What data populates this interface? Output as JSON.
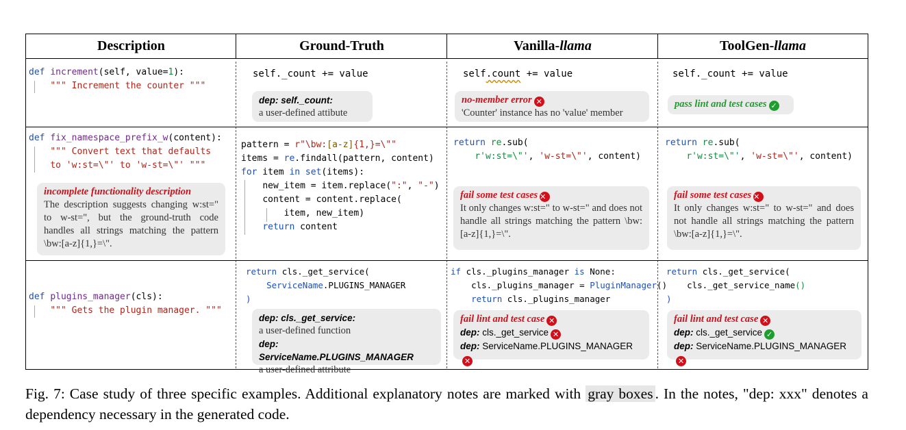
{
  "headers": {
    "description": "Description",
    "ground_truth": "Ground-Truth",
    "vanilla_prefix": "Vanilla-",
    "vanilla_italic": "llama",
    "toolgen_prefix": "ToolGen-",
    "toolgen_italic": "llama"
  },
  "row1": {
    "desc_def": "def ",
    "desc_fn": "increment",
    "desc_args_a": "(self, value=",
    "desc_args_num": "1",
    "desc_args_b": "):",
    "desc_doc": "\"\"\" Increment the counter \"\"\"",
    "gt_code": "self._count += value",
    "gt_note_title": "dep: self._count:",
    "gt_note_text": "a user-defined attibute",
    "van_code_a": "self",
    "van_code_b": ".count",
    "van_code_c": " += value",
    "van_note_title": "no-member error",
    "van_note_text": "'Counter' instance has no 'value' member",
    "tg_code": "self._count += value",
    "tg_note_title": "pass lint and test cases"
  },
  "row2": {
    "desc_def": "def ",
    "desc_fn": "fix_namespace_prefix_w",
    "desc_args": "(content):",
    "desc_doc1": "\"\"\" Convert text that defaults",
    "desc_doc2": "to 'w:st=\\\"' to 'w-st=\\\"' \"\"\"",
    "desc_note_title": "incomplete functionality description",
    "desc_note_text": "The description suggests changing w:st=\" to w-st=\", but the ground-truth code handles all strings matching the pattern \\bw:[a-z]{1,}=\\\".",
    "gt_l1a": "pattern = ",
    "gt_l1b": "r\"\\bw:",
    "gt_l1c": "[a-z]",
    "gt_l1d": "{1,}",
    "gt_l1e": "=\\\"\"",
    "gt_l2a": "items = ",
    "gt_l2b": "re",
    "gt_l2c": ".findall(pattern, content)",
    "gt_l3a": "for",
    "gt_l3b": " item ",
    "gt_l3c": "in",
    "gt_l3d": " set",
    "gt_l3e": "(items):",
    "gt_l4a": "new_item = item.replace(",
    "gt_l4b": "\":\"",
    "gt_l4c": ", ",
    "gt_l4d": "\"-\"",
    "gt_l4e": ")",
    "gt_l5": "content = content.replace(",
    "gt_l6": "item, new_item)",
    "gt_l7a": "return",
    "gt_l7b": " content",
    "van_l1a": "return ",
    "van_l1b": "re",
    "van_l1c": ".sub(",
    "van_l2a": "r'w:st=\\\"'",
    "van_l2b": ", ",
    "van_l2c": "'w-st=\\\"'",
    "van_l2d": ", content)",
    "van_note_title": "fail some test cases",
    "van_note_text": "It only changes w:st=\" to w-st=\" and does not handle all strings matching the pattern \\bw:[a-z]{1,}=\\\".",
    "tg_l1a": "return ",
    "tg_l1b": "re",
    "tg_l1c": ".sub(",
    "tg_l2a": "r'w:st=\\\"'",
    "tg_l2b": ", ",
    "tg_l2c": "'w-st=\\\"'",
    "tg_l2d": ", content)",
    "tg_note_title": "fail some test cases",
    "tg_note_text": "It only changes w:st=\" to w-st=\" and does not handle all strings matching the pattern \\bw:[a-z]{1,}=\\\"."
  },
  "row3": {
    "desc_def": "def ",
    "desc_fn": "plugins_manager",
    "desc_args": "(cls):",
    "desc_doc": "\"\"\" Gets the plugin manager. \"\"\"",
    "gt_l1a": "return ",
    "gt_l1b": "cls._get_service(",
    "gt_l2a": "ServiceName",
    "gt_l2b": ".PLUGINS_MANAGER",
    "gt_l3": ")",
    "gt_note1_title": "dep: cls._get_service:",
    "gt_note1_text": "a user-defined function",
    "gt_note2_title": "dep: ServiceName.PLUGINS_MANAGER",
    "gt_note2_text": "a user-defined attribute",
    "van_l1a": "if",
    "van_l1b": " cls._plugins_manager ",
    "van_l1c": "is",
    "van_l1d": " None:",
    "van_l2a": "cls._plugins_manager = ",
    "van_l2b": "PluginManager",
    "van_l2c": "()",
    "van_l3a": "return",
    "van_l3b": " cls._plugins_manager",
    "van_note_title": "fail lint and test case",
    "van_dep1_label": "dep:",
    "van_dep1_value": " cls._get_service",
    "van_dep2_label": "dep:",
    "van_dep2_value": " ServiceName.PLUGINS_MANAGER",
    "tg_l1a": "return ",
    "tg_l1b": "cls._get_service(",
    "tg_l2a": "cls._get_service_name",
    "tg_l2b": "()",
    "tg_l3": ")",
    "tg_note_title": "fail lint and test case",
    "tg_dep1_label": "dep:",
    "tg_dep1_value": " cls._get_service",
    "tg_dep2_label": "dep:",
    "tg_dep2_value": " ServiceName.PLUGINS_MANAGER"
  },
  "icons": {
    "error": "x-circle-icon",
    "ok": "check-circle-icon"
  },
  "colors": {
    "keyword": "#1f4fb5",
    "string": "#b0241a",
    "error": "#d3101a",
    "pass": "#1f9d2e",
    "note_bg": "#ebebeb"
  },
  "caption": {
    "part1": "Fig. 7: Case study of three specific examples. Additional explanatory notes are marked with ",
    "gray": "gray boxes",
    "part2": ". In the notes, \"dep: xxx\" denotes a dependency necessary in the generated code."
  }
}
